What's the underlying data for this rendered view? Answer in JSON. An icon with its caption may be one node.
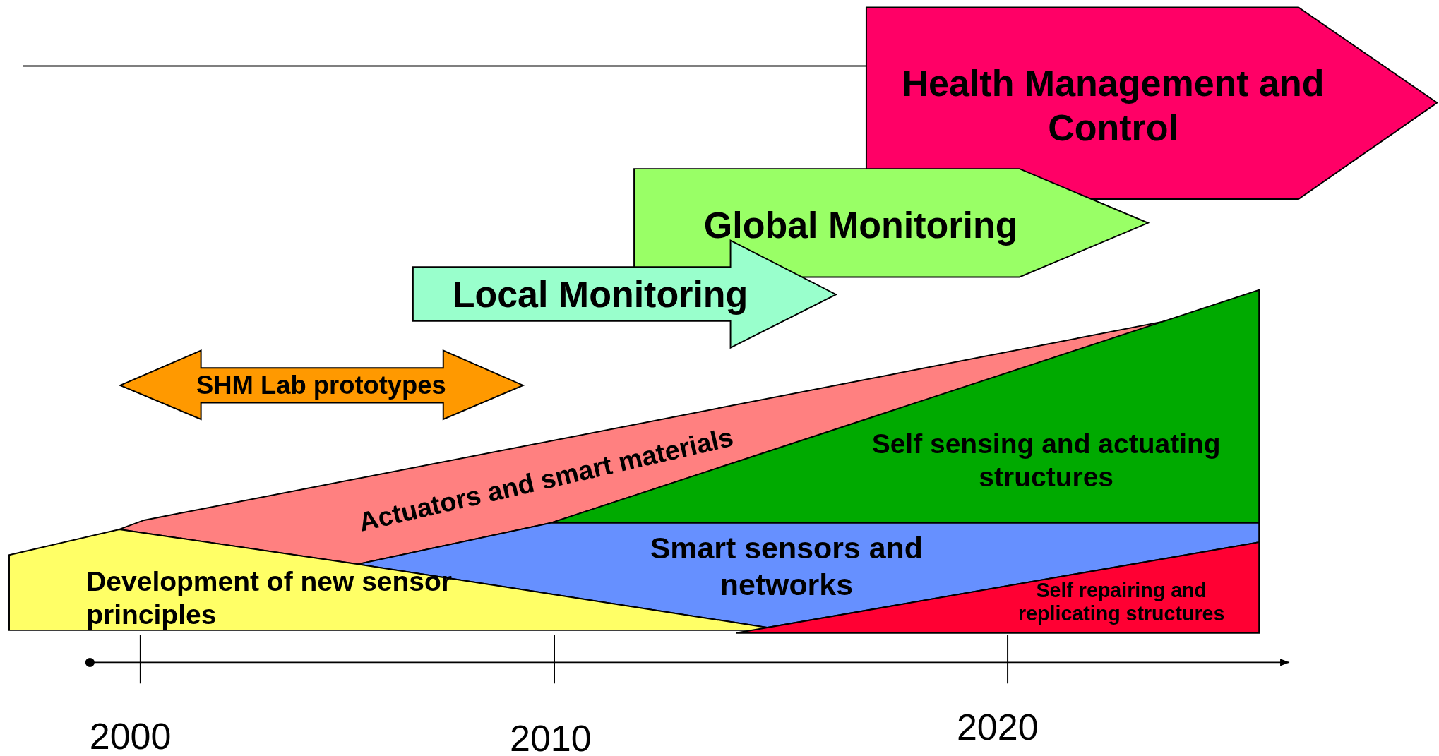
{
  "diagram": {
    "nodes": [
      {
        "text": [
          "Health Management and Control"
        ]
      },
      {
        "text": [
          "Global Monitoring"
        ]
      },
      {
        "text": [
          "Local Monitoring"
        ]
      },
      {
        "text": [
          "SHM Lab prototypes"
        ]
      },
      {
        "text": [
          "Actuators and smart materials"
        ]
      },
      {
        "text": [
          "Self sensing and actuating structures"
        ]
      },
      {
        "text": [
          "Smart sensors and networks"
        ]
      },
      {
        "text": [
          "Development of new sensor principles"
        ]
      },
      {
        "text": [
          "Self repairing and replicating structures"
        ]
      }
    ],
    "labels": [
      "2000",
      "2010",
      "2020"
    ]
  }
}
